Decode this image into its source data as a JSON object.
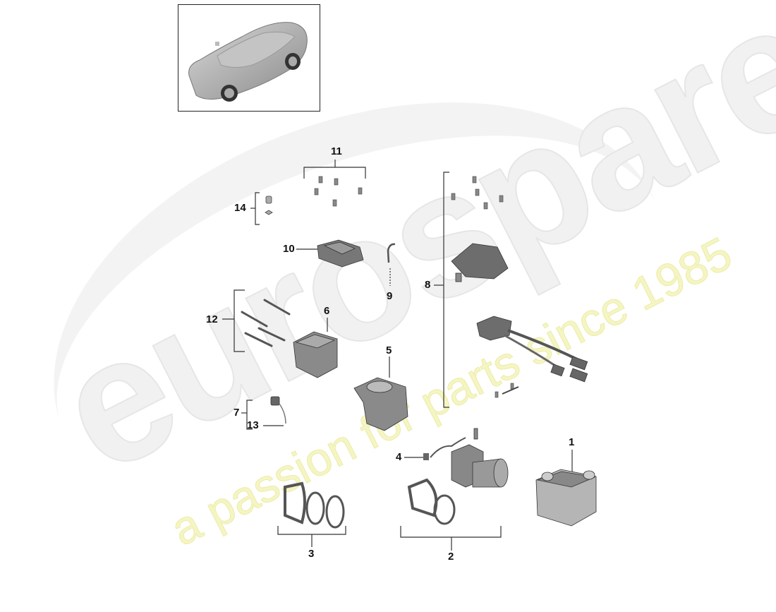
{
  "diagram": {
    "type": "exploded-parts-diagram",
    "thumbnail": {
      "subject": "car-overview",
      "description": "Sports sedan isometric view"
    },
    "watermark": {
      "main_text": "eurospares",
      "sub_text": "a passion for parts since 1985",
      "sub_color": "#f0f0a0",
      "main_color": "#e8e8e8"
    },
    "callouts": [
      {
        "id": "1",
        "label": "1",
        "part": "heater-unit"
      },
      {
        "id": "2",
        "label": "2",
        "part": "burner-assembly-kit"
      },
      {
        "id": "3",
        "label": "3",
        "part": "gasket-seal-kit"
      },
      {
        "id": "4",
        "label": "4",
        "part": "glow-pin-sensor"
      },
      {
        "id": "5",
        "label": "5",
        "part": "combustion-air-blower"
      },
      {
        "id": "6",
        "label": "6",
        "part": "blower-housing"
      },
      {
        "id": "7",
        "label": "7",
        "part": "temperature-sensor"
      },
      {
        "id": "8",
        "label": "8",
        "part": "control-unit-wiring-harness-kit"
      },
      {
        "id": "9",
        "label": "9",
        "part": "fuel-line"
      },
      {
        "id": "10",
        "label": "10",
        "part": "control-unit"
      },
      {
        "id": "11",
        "label": "11",
        "part": "screws"
      },
      {
        "id": "12",
        "label": "12",
        "part": "bolts"
      },
      {
        "id": "13",
        "label": "13",
        "part": "sensor-cable"
      },
      {
        "id": "14",
        "label": "14",
        "part": "grommet-and-nut"
      }
    ]
  }
}
